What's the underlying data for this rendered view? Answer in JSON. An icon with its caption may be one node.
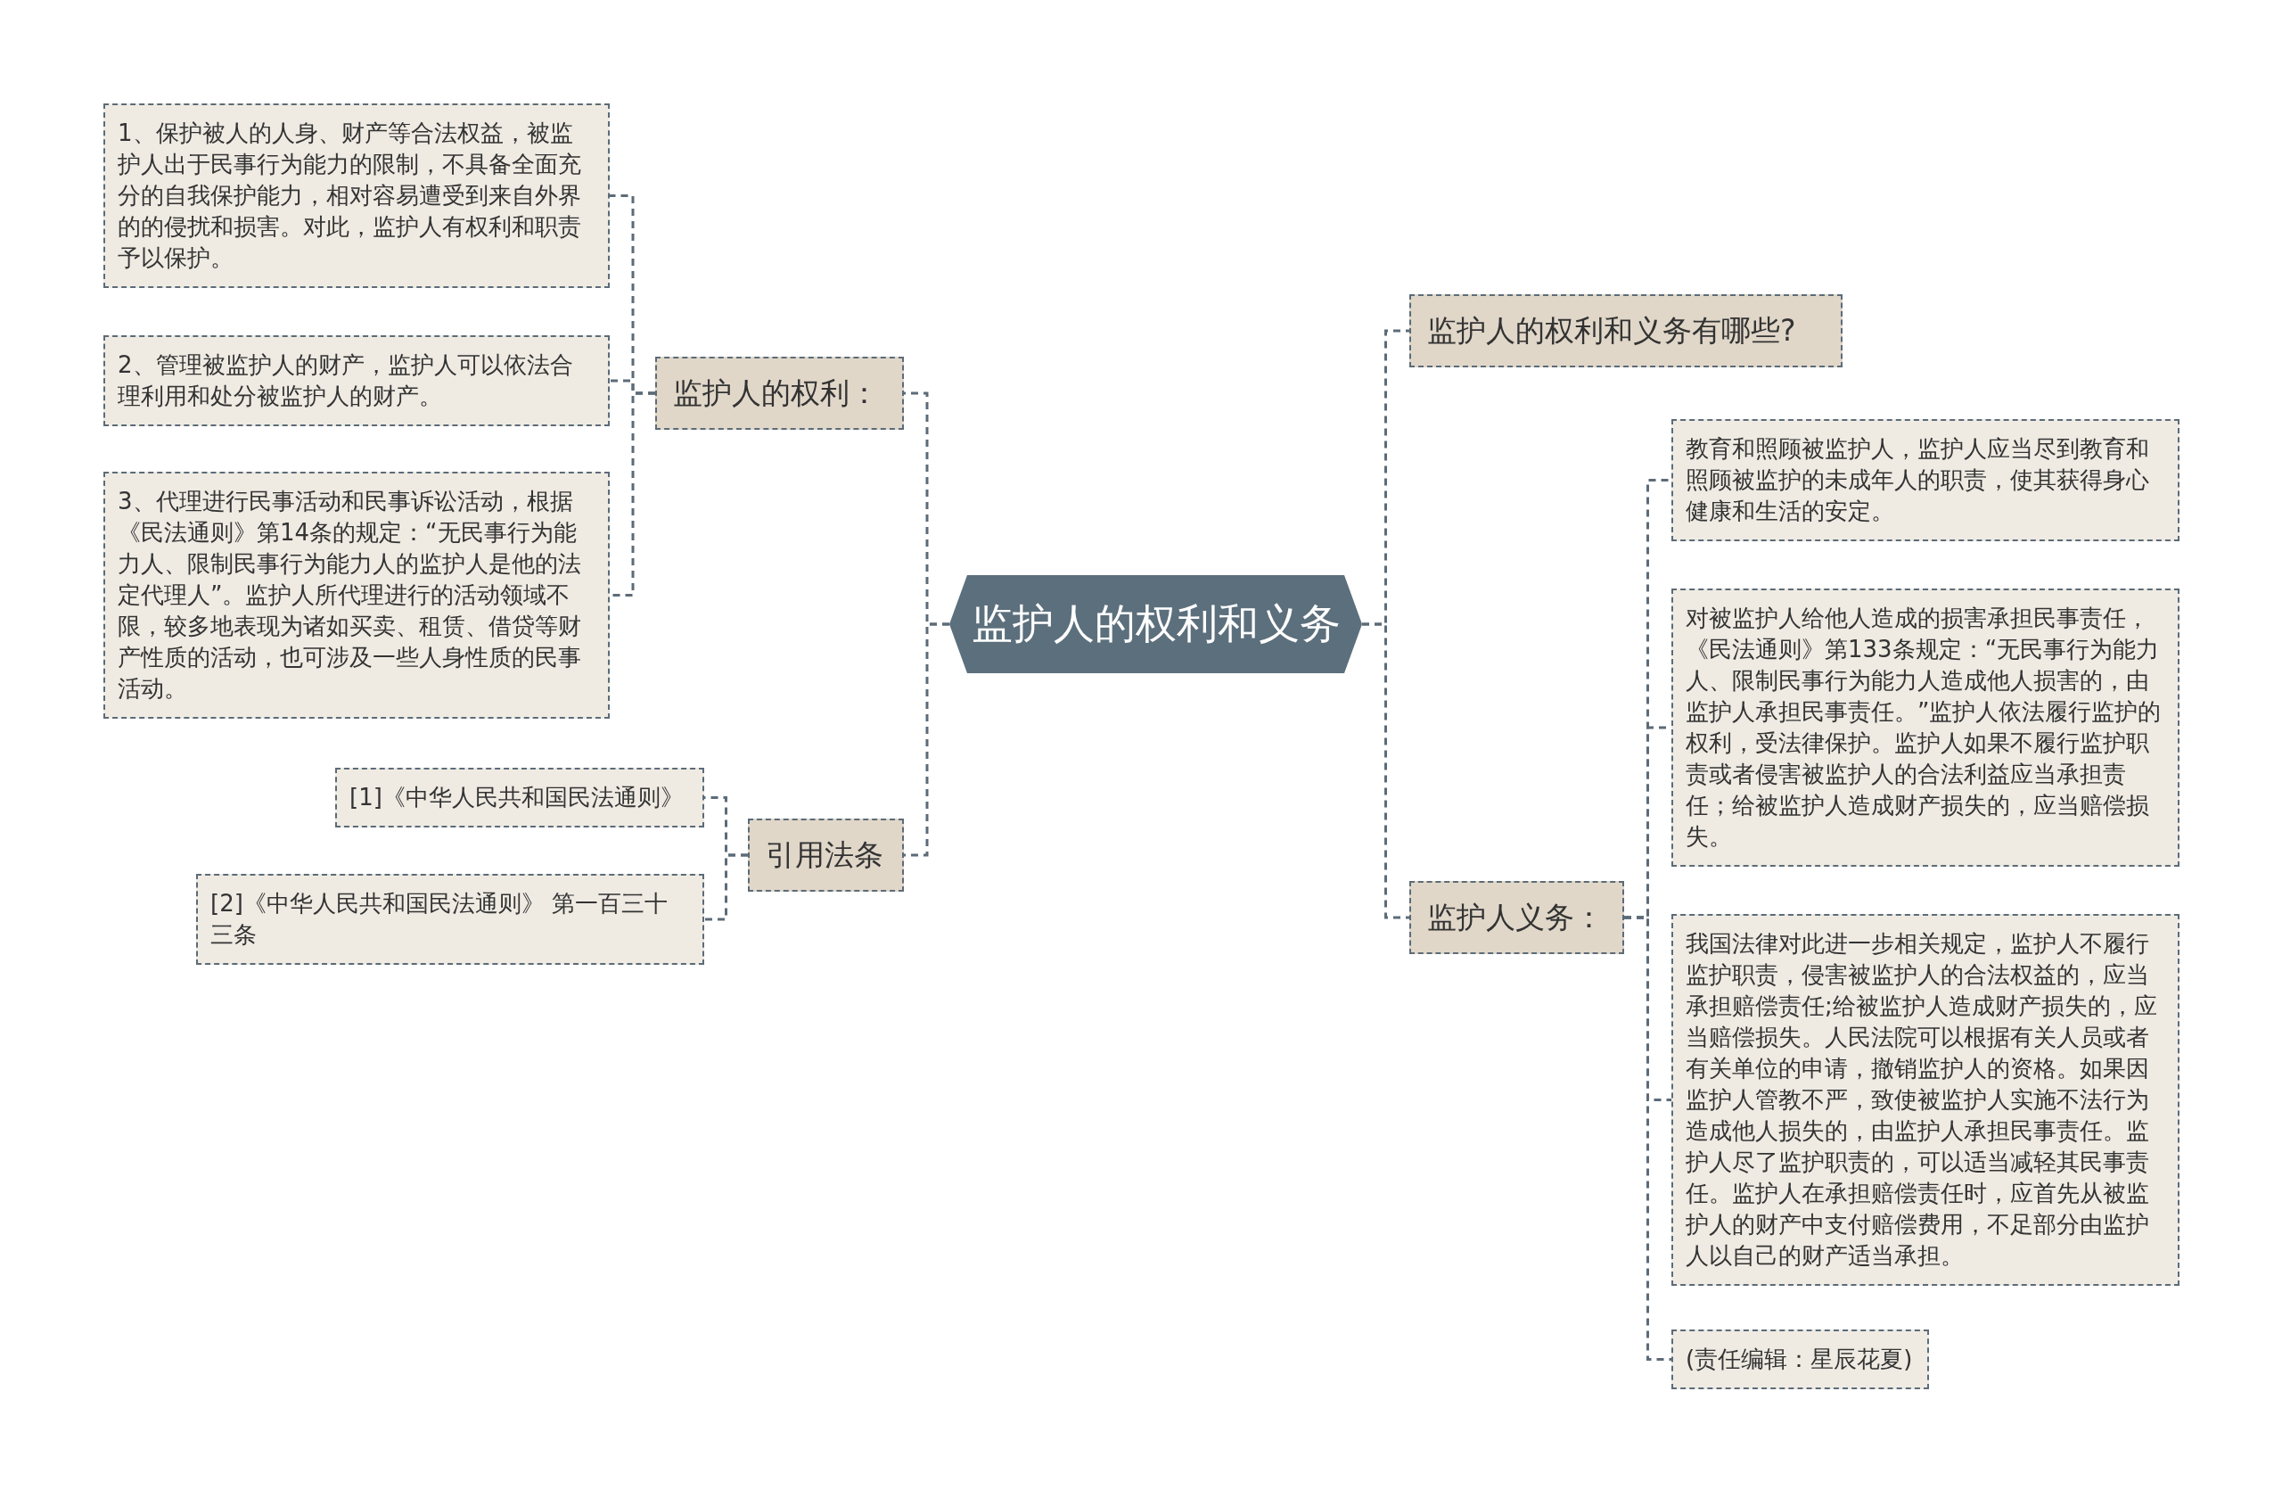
{
  "diagram": {
    "nodes": [
      {
        "text": [
          "监护人的权利和义务"
        ]
      },
      {
        "text": [
          "监护人的权利："
        ]
      },
      {
        "text": [
          "1、保护被人的人身、财产等合法权益，被监护人出于民事行为能力的限制，不具备全面充分的自我保护能力，相对容易遭受到来自外界的的侵扰和损害。对此，监护人有权利和职责予以保护。"
        ]
      },
      {
        "text": [
          "2、管理被监护人的财产，监护人可以依法合理利用和处分被监护人的财产。"
        ]
      },
      {
        "text": [
          "3、代理进行民事活动和民事诉讼活动，根据《民法通则》第14条的规定：“无民事行为能力人、限制民事行为能力人的监护人是他的法定代理人”。监护人所代理进行的活动领域不限，较多地表现为诸如买卖、租赁、借贷等财产性质的活动，也可涉及一些人身性质的民事活动。"
        ]
      },
      {
        "text": [
          "引用法条"
        ]
      },
      {
        "text": [
          "[1]《中华人民共和国民法通则》"
        ]
      },
      {
        "text": [
          "[2]《中华人民共和国民法通则》 第一百三十三条"
        ]
      },
      {
        "text": [
          "监护人的权利和义务有哪些?"
        ]
      },
      {
        "text": [
          "监护人义务："
        ]
      },
      {
        "text": [
          "教育和照顾被监护人，监护人应当尽到教育和照顾被监护的未成年人的职责，使其获得身心健康和生活的安定。"
        ]
      },
      {
        "text": [
          "对被监护人给他人造成的损害承担民事责任，《民法通则》第133条规定：“无民事行为能力人、限制民事行为能力人造成他人损害的，由监护人承担民事责任。”监护人依法履行监护的权利，受法律保护。监护人如果不履行监护职责或者侵害被监护人的合法利益应当承担责任；给被监护人造成财产损失的，应当赔偿损失。"
        ]
      },
      {
        "text": [
          "我国法律对此进一步相关规定，监护人不履行监护职责，侵害被监护人的合法权益的，应当承担赔偿责任;给被监护人造成财产损失的，应当赔偿损失。人民法院可以根据有关人员或者有关单位的申请，撤销监护人的资格。如果因监护人管教不严，致使被监护人实施不法行为造成他人损失的，由监护人承担民事责任。监护人尽了监护职责的，可以适当减轻其民事责任。监护人在承担赔偿责任时，应首先从被监护人的财产中支付赔偿费用，不足部分由监护人以自己的财产适当承担。"
        ]
      },
      {
        "text": [
          "(责任编辑：星辰花夏)"
        ]
      }
    ],
    "edges": [
      {
        "from": 0,
        "to": 1,
        "arrow": "none"
      },
      {
        "from": 1,
        "to": 2,
        "arrow": "none"
      },
      {
        "from": 1,
        "to": 3,
        "arrow": "none"
      },
      {
        "from": 1,
        "to": 4,
        "arrow": "none"
      },
      {
        "from": 0,
        "to": 5,
        "arrow": "none"
      },
      {
        "from": 5,
        "to": 6,
        "arrow": "none"
      },
      {
        "from": 5,
        "to": 7,
        "arrow": "none"
      },
      {
        "from": 0,
        "to": 8,
        "arrow": "none"
      },
      {
        "from": 0,
        "to": 9,
        "arrow": "none"
      },
      {
        "from": 9,
        "to": 10,
        "arrow": "none"
      },
      {
        "from": 9,
        "to": 11,
        "arrow": "none"
      },
      {
        "from": 9,
        "to": 12,
        "arrow": "none"
      },
      {
        "from": 9,
        "to": 13,
        "arrow": "none"
      }
    ]
  }
}
